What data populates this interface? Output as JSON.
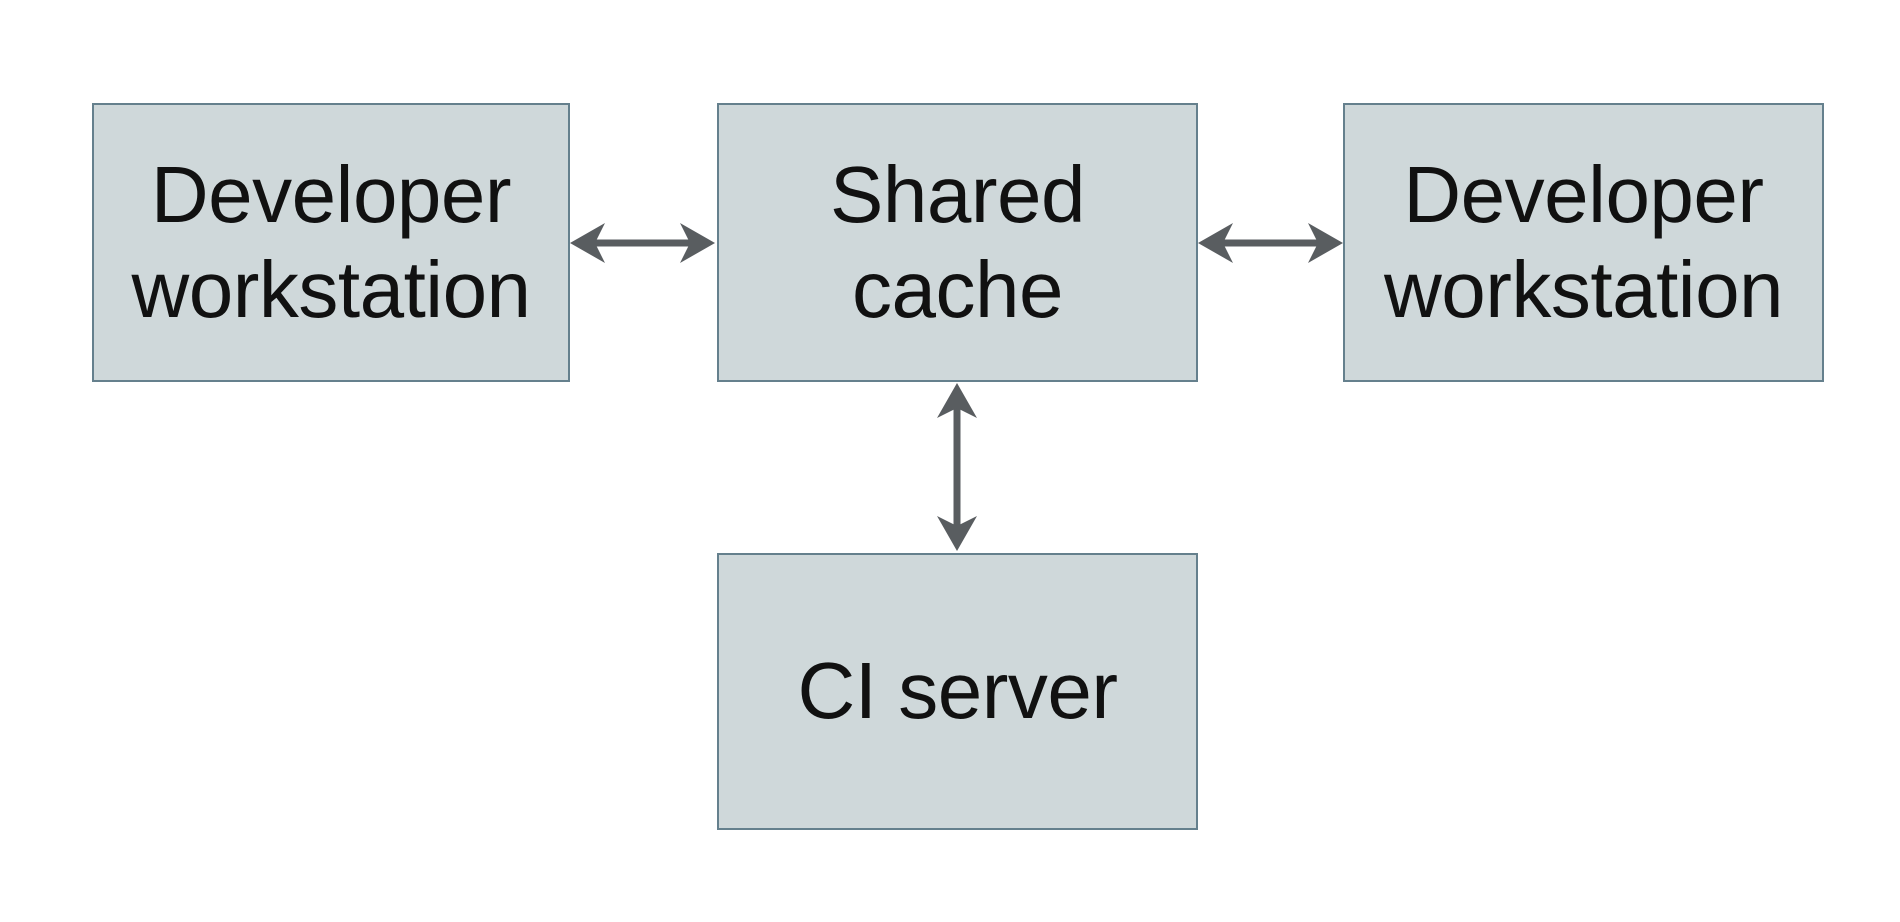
{
  "diagram": {
    "nodes": [
      {
        "id": "developer-workstation-left",
        "label": "Developer\nworkstation"
      },
      {
        "id": "shared-cache",
        "label": "Shared\ncache"
      },
      {
        "id": "developer-workstation-right",
        "label": "Developer\nworkstation"
      },
      {
        "id": "ci-server",
        "label": "CI server"
      }
    ],
    "edges": [
      {
        "from": "developer-workstation-left",
        "to": "shared-cache",
        "type": "bidirectional"
      },
      {
        "from": "developer-workstation-right",
        "to": "shared-cache",
        "type": "bidirectional"
      },
      {
        "from": "ci-server",
        "to": "shared-cache",
        "type": "bidirectional"
      }
    ],
    "colors": {
      "node_fill": "#cfd8da",
      "node_border": "#65808d",
      "arrow": "#595d60",
      "text": "#111111",
      "background": "#ffffff"
    }
  }
}
